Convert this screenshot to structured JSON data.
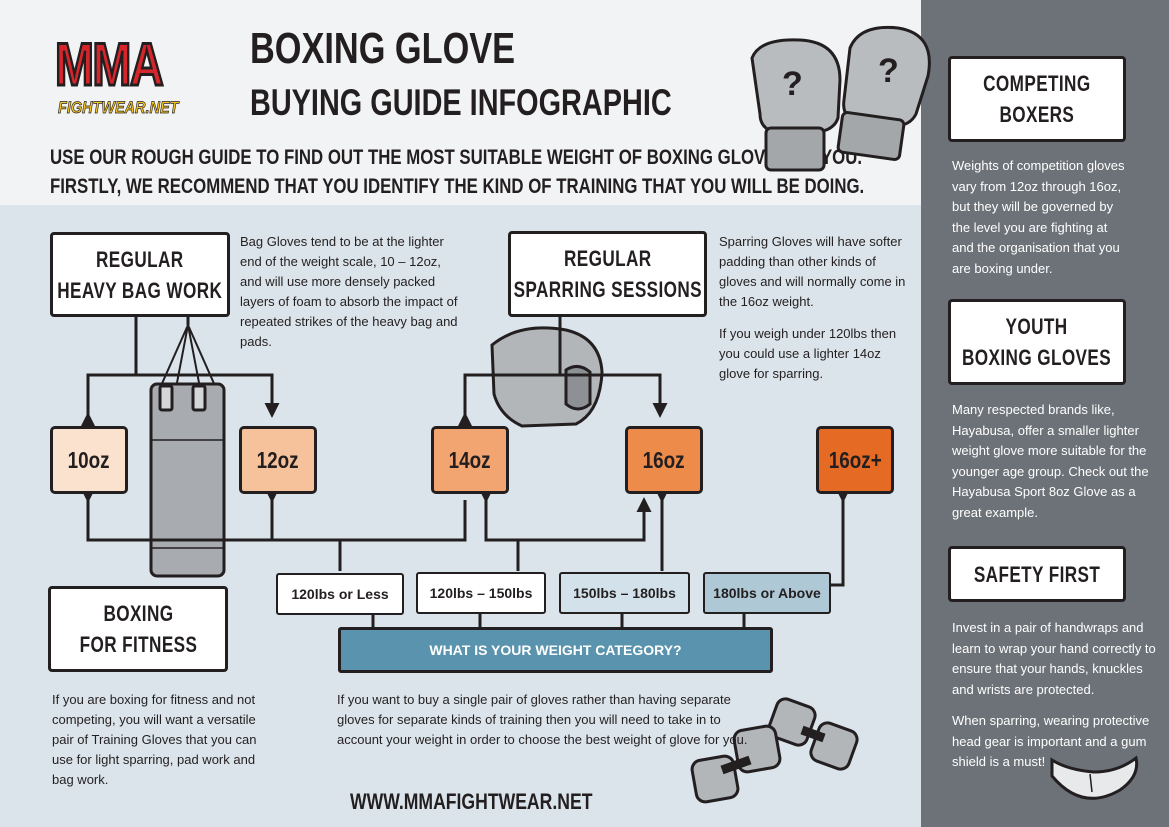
{
  "logo": {
    "main": "MMA",
    "sub": "FIGHTWEAR.NET"
  },
  "header": {
    "title_line1": "BOXING GLOVE",
    "title_line2": "BUYING GUIDE INFOGRAPHIC",
    "intro_line1": "USE OUR ROUGH GUIDE TO FIND OUT THE MOST SUITABLE WEIGHT OF BOXING GLOVE FOR YOU.",
    "intro_line2": "FIRSTLY, WE RECOMMEND THAT YOU IDENTIFY THE KIND OF TRAINING THAT YOU WILL BE DOING.",
    "glove_marks": [
      "?",
      "?"
    ]
  },
  "training": {
    "heavy_bag": {
      "title_line1": "REGULAR",
      "title_line2": "HEAVY BAG WORK",
      "text": "Bag Gloves tend to be at the lighter end of the weight scale, 10 – 12oz, and will use more densely packed layers of foam to absorb the impact of repeated strikes of the heavy bag and pads."
    },
    "sparring": {
      "title_line1": "REGULAR",
      "title_line2": "SPARRING SESSIONS",
      "text1": "Sparring Gloves will have softer padding than other kinds of gloves and will normally come in the 16oz weight.",
      "text2": "If you weigh under 120lbs then you could use a  lighter 14oz glove for sparring."
    },
    "fitness": {
      "title_line1": "BOXING",
      "title_line2": "FOR FITNESS",
      "text": "If you are boxing for fitness and not competing, you will want a versatile pair of Training Gloves that you can use for light sparring, pad work and bag work."
    }
  },
  "weights": [
    {
      "label": "10oz",
      "color": "#fbe2cf"
    },
    {
      "label": "12oz",
      "color": "#f6c29b"
    },
    {
      "label": "14oz",
      "color": "#f2a571"
    },
    {
      "label": "16oz",
      "color": "#ed8b4b"
    },
    {
      "label": "16oz+",
      "color": "#e56b25"
    }
  ],
  "ranges": [
    {
      "label": "120lbs or Less",
      "color": "#ffffff"
    },
    {
      "label": "120lbs – 150lbs",
      "color": "#ffffff"
    },
    {
      "label": "150lbs – 180lbs",
      "color": "#d3e2ea"
    },
    {
      "label": "180lbs or Above",
      "color": "#aec8d6"
    }
  ],
  "question": "WHAT IS YOUR WEIGHT CATEGORY?",
  "weight_text": "If you want to buy a single pair of gloves rather than having separate gloves for separate kinds of training then you will need to take in to account your weight in order to choose the best weight of glove for you.",
  "website": "WWW.MMAFIGHTWEAR.NET",
  "sidebar": {
    "competing": {
      "title_line1": "COMPETING",
      "title_line2": "BOXERS",
      "text": "Weights of competition gloves vary from 12oz through 16oz, but they will be governed by the level you are fighting at and the organisation that you are boxing under."
    },
    "youth": {
      "title_line1": "YOUTH",
      "title_line2": "BOXING GLOVES",
      "text": "Many respected brands like, Hayabusa, offer a smaller lighter weight glove more suitable for the younger age group. Check out the Hayabusa Sport 8oz Glove as a great example."
    },
    "safety": {
      "title": "SAFETY FIRST",
      "text1": "Invest in a pair of handwraps and learn to wrap your hand correctly to ensure that your hands, knuckles and wrists are protected.",
      "text2": "When sparring, wearing protective head gear is important and a gum shield is a must!"
    }
  },
  "colors": {
    "sidebar": "#6d7278",
    "main_bg": "#dbe4ea",
    "question_bg": "#5a93ad",
    "logo_red": "#d7262b"
  }
}
